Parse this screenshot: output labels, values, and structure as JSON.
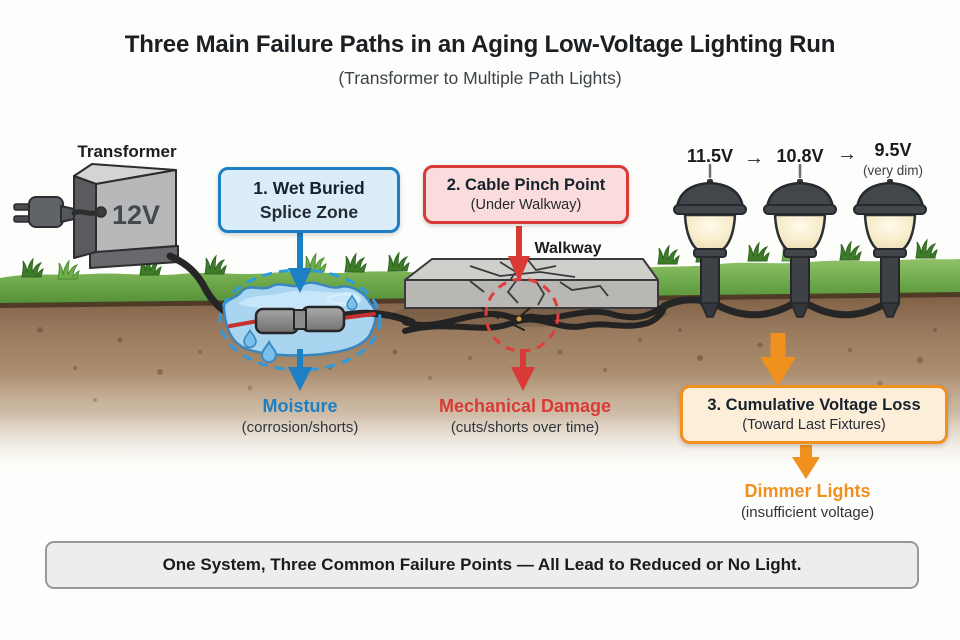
{
  "title": "Three Main Failure Paths in an Aging Low-Voltage Lighting Run",
  "subtitle": "(Transformer to Multiple Path Lights)",
  "transformer": {
    "label": "Transformer",
    "voltage": "12V"
  },
  "callouts": {
    "splice": {
      "line1": "1. Wet Buried",
      "line2": "Splice Zone"
    },
    "pinch": {
      "line1": "2. Cable Pinch Point",
      "line2": "(Under Walkway)"
    },
    "loss": {
      "line1": "3. Cumulative Voltage Loss",
      "line2": "(Toward Last Fixtures)"
    }
  },
  "labels": {
    "walkway": "Walkway",
    "moisture": {
      "title": "Moisture",
      "sub": "(corrosion/shorts)"
    },
    "mechanical": {
      "title": "Mechanical Damage",
      "sub": "(cuts/shorts over time)"
    },
    "dimmer": {
      "title": "Dimmer Lights",
      "sub": "(insufficient voltage)"
    }
  },
  "voltages": {
    "v1": "11.5V",
    "v2": "10.8V",
    "v3": "9.5V",
    "v3_note": "(very dim)",
    "arrow_glyph": "→"
  },
  "footer": "One System, Three Common Failure Points — All Lead to Reduced or No Light.",
  "colors": {
    "blue": "#1d7fc4",
    "blue_light": "#daedf9",
    "red": "#d93a35",
    "red_light": "#f9dcdb",
    "orange": "#f0911f",
    "orange_light": "#fdeeda",
    "text": "#1b1e22",
    "muted": "#3c434b"
  }
}
